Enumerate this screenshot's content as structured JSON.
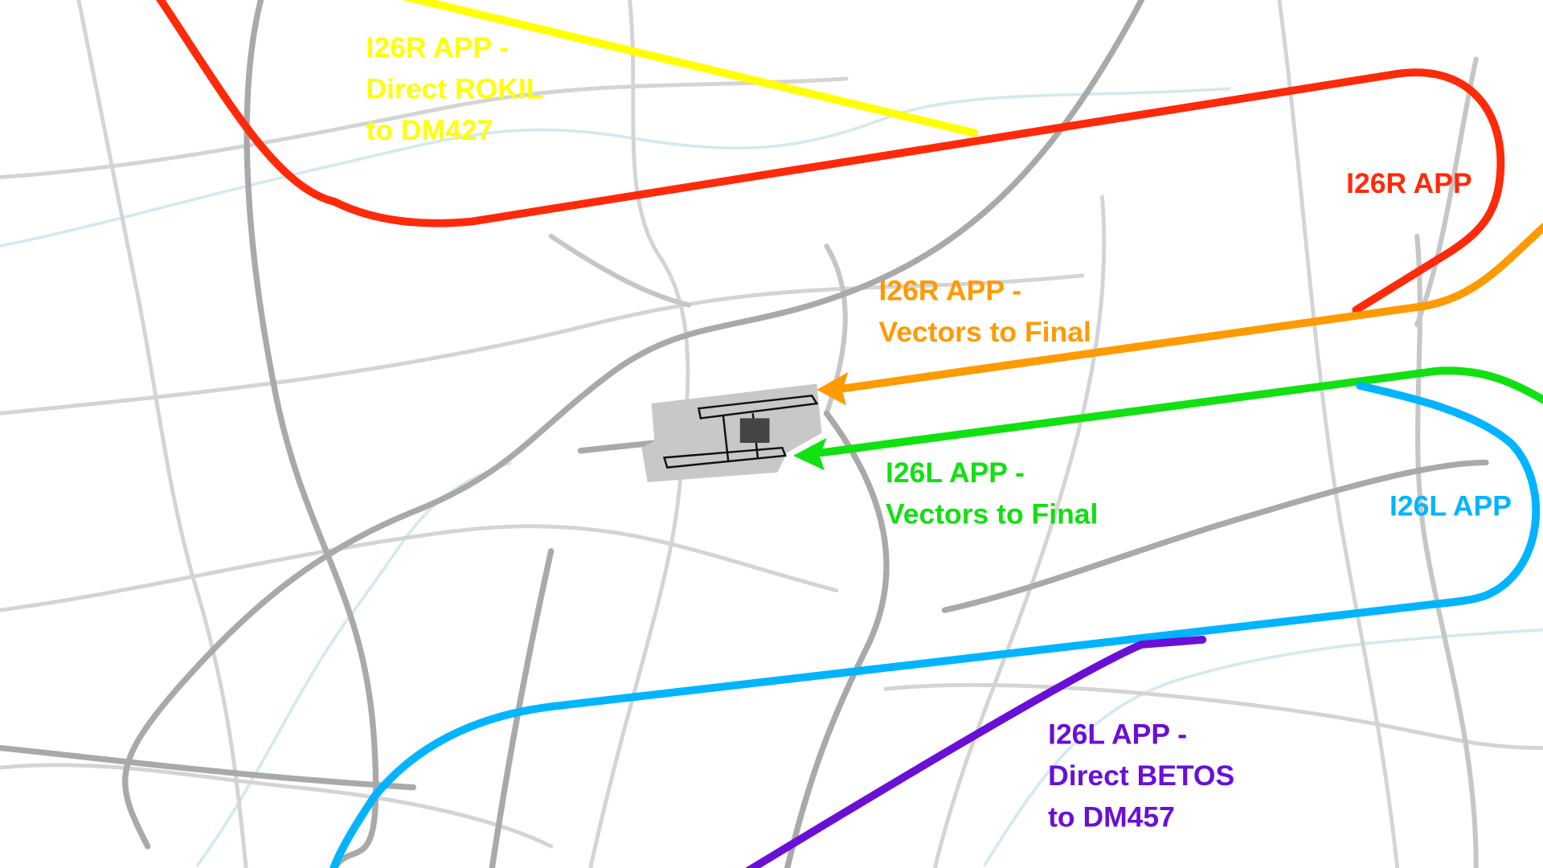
{
  "colors": {
    "i26r_direct": "#ffff00",
    "i26r_app": "#ff2a0a",
    "i26r_vectors": "#ff9a00",
    "i26l_vectors": "#11e011",
    "i26l_app": "#00b4ff",
    "i26l_direct": "#6a0fd6",
    "road": "#a9a9a9"
  },
  "labels": {
    "i26r_direct": [
      "I26R APP -",
      "Direct ROKIL",
      "to DM427"
    ],
    "i26r_app": "I26R APP",
    "i26r_vectors": [
      "I26R APP -",
      "Vectors to Final"
    ],
    "i26l_vectors": [
      "I26L APP -",
      "Vectors to Final"
    ],
    "i26l_app": "I26L APP",
    "i26l_direct": [
      "I26L APP -",
      "Direct BETOS",
      "to DM457"
    ]
  }
}
